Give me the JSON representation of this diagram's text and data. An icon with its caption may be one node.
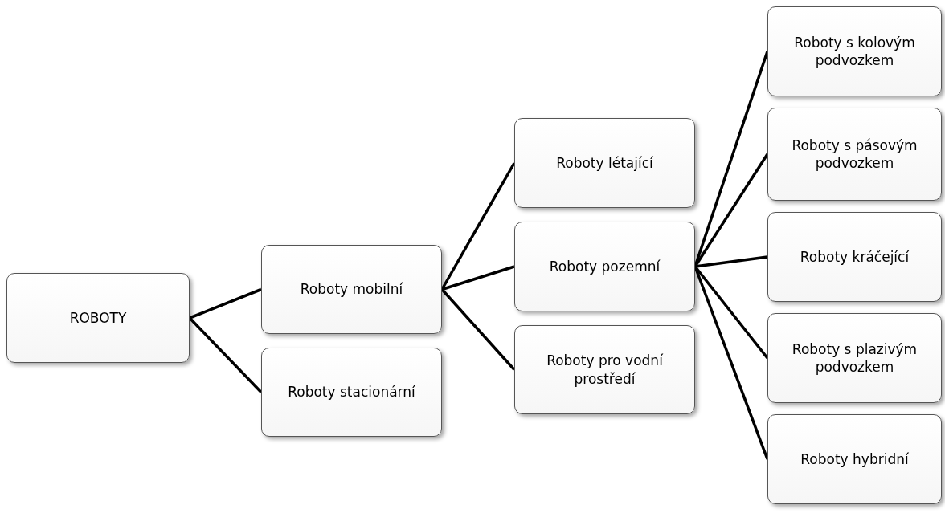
{
  "diagram": {
    "nodes": [
      {
        "text": [
          "ROBOTY"
        ]
      },
      {
        "text": [
          "Roboty mobilní"
        ]
      },
      {
        "text": [
          "Roboty stacionární"
        ]
      },
      {
        "text": [
          "Roboty létající"
        ]
      },
      {
        "text": [
          "Roboty pozemní"
        ]
      },
      {
        "text": [
          "Roboty pro vodní prostředí"
        ]
      },
      {
        "text": [
          "Roboty s kolovým podvozkem"
        ]
      },
      {
        "text": [
          "Roboty s pásovým podvozkem"
        ]
      },
      {
        "text": [
          "Roboty kráčející"
        ]
      },
      {
        "text": [
          "Roboty s plazivým podvozkem"
        ]
      },
      {
        "text": [
          "Roboty hybridní"
        ]
      }
    ],
    "edges": [
      {
        "from": 0,
        "to": 1,
        "arrow": "none"
      },
      {
        "from": 0,
        "to": 2,
        "arrow": "none"
      },
      {
        "from": 1,
        "to": 3,
        "arrow": "none"
      },
      {
        "from": 1,
        "to": 4,
        "arrow": "none"
      },
      {
        "from": 1,
        "to": 5,
        "arrow": "none"
      },
      {
        "from": 4,
        "to": 6,
        "arrow": "none"
      },
      {
        "from": 4,
        "to": 7,
        "arrow": "none"
      },
      {
        "from": 4,
        "to": 8,
        "arrow": "none"
      },
      {
        "from": 4,
        "to": 9,
        "arrow": "none"
      },
      {
        "from": 4,
        "to": 10,
        "arrow": "none"
      }
    ]
  }
}
